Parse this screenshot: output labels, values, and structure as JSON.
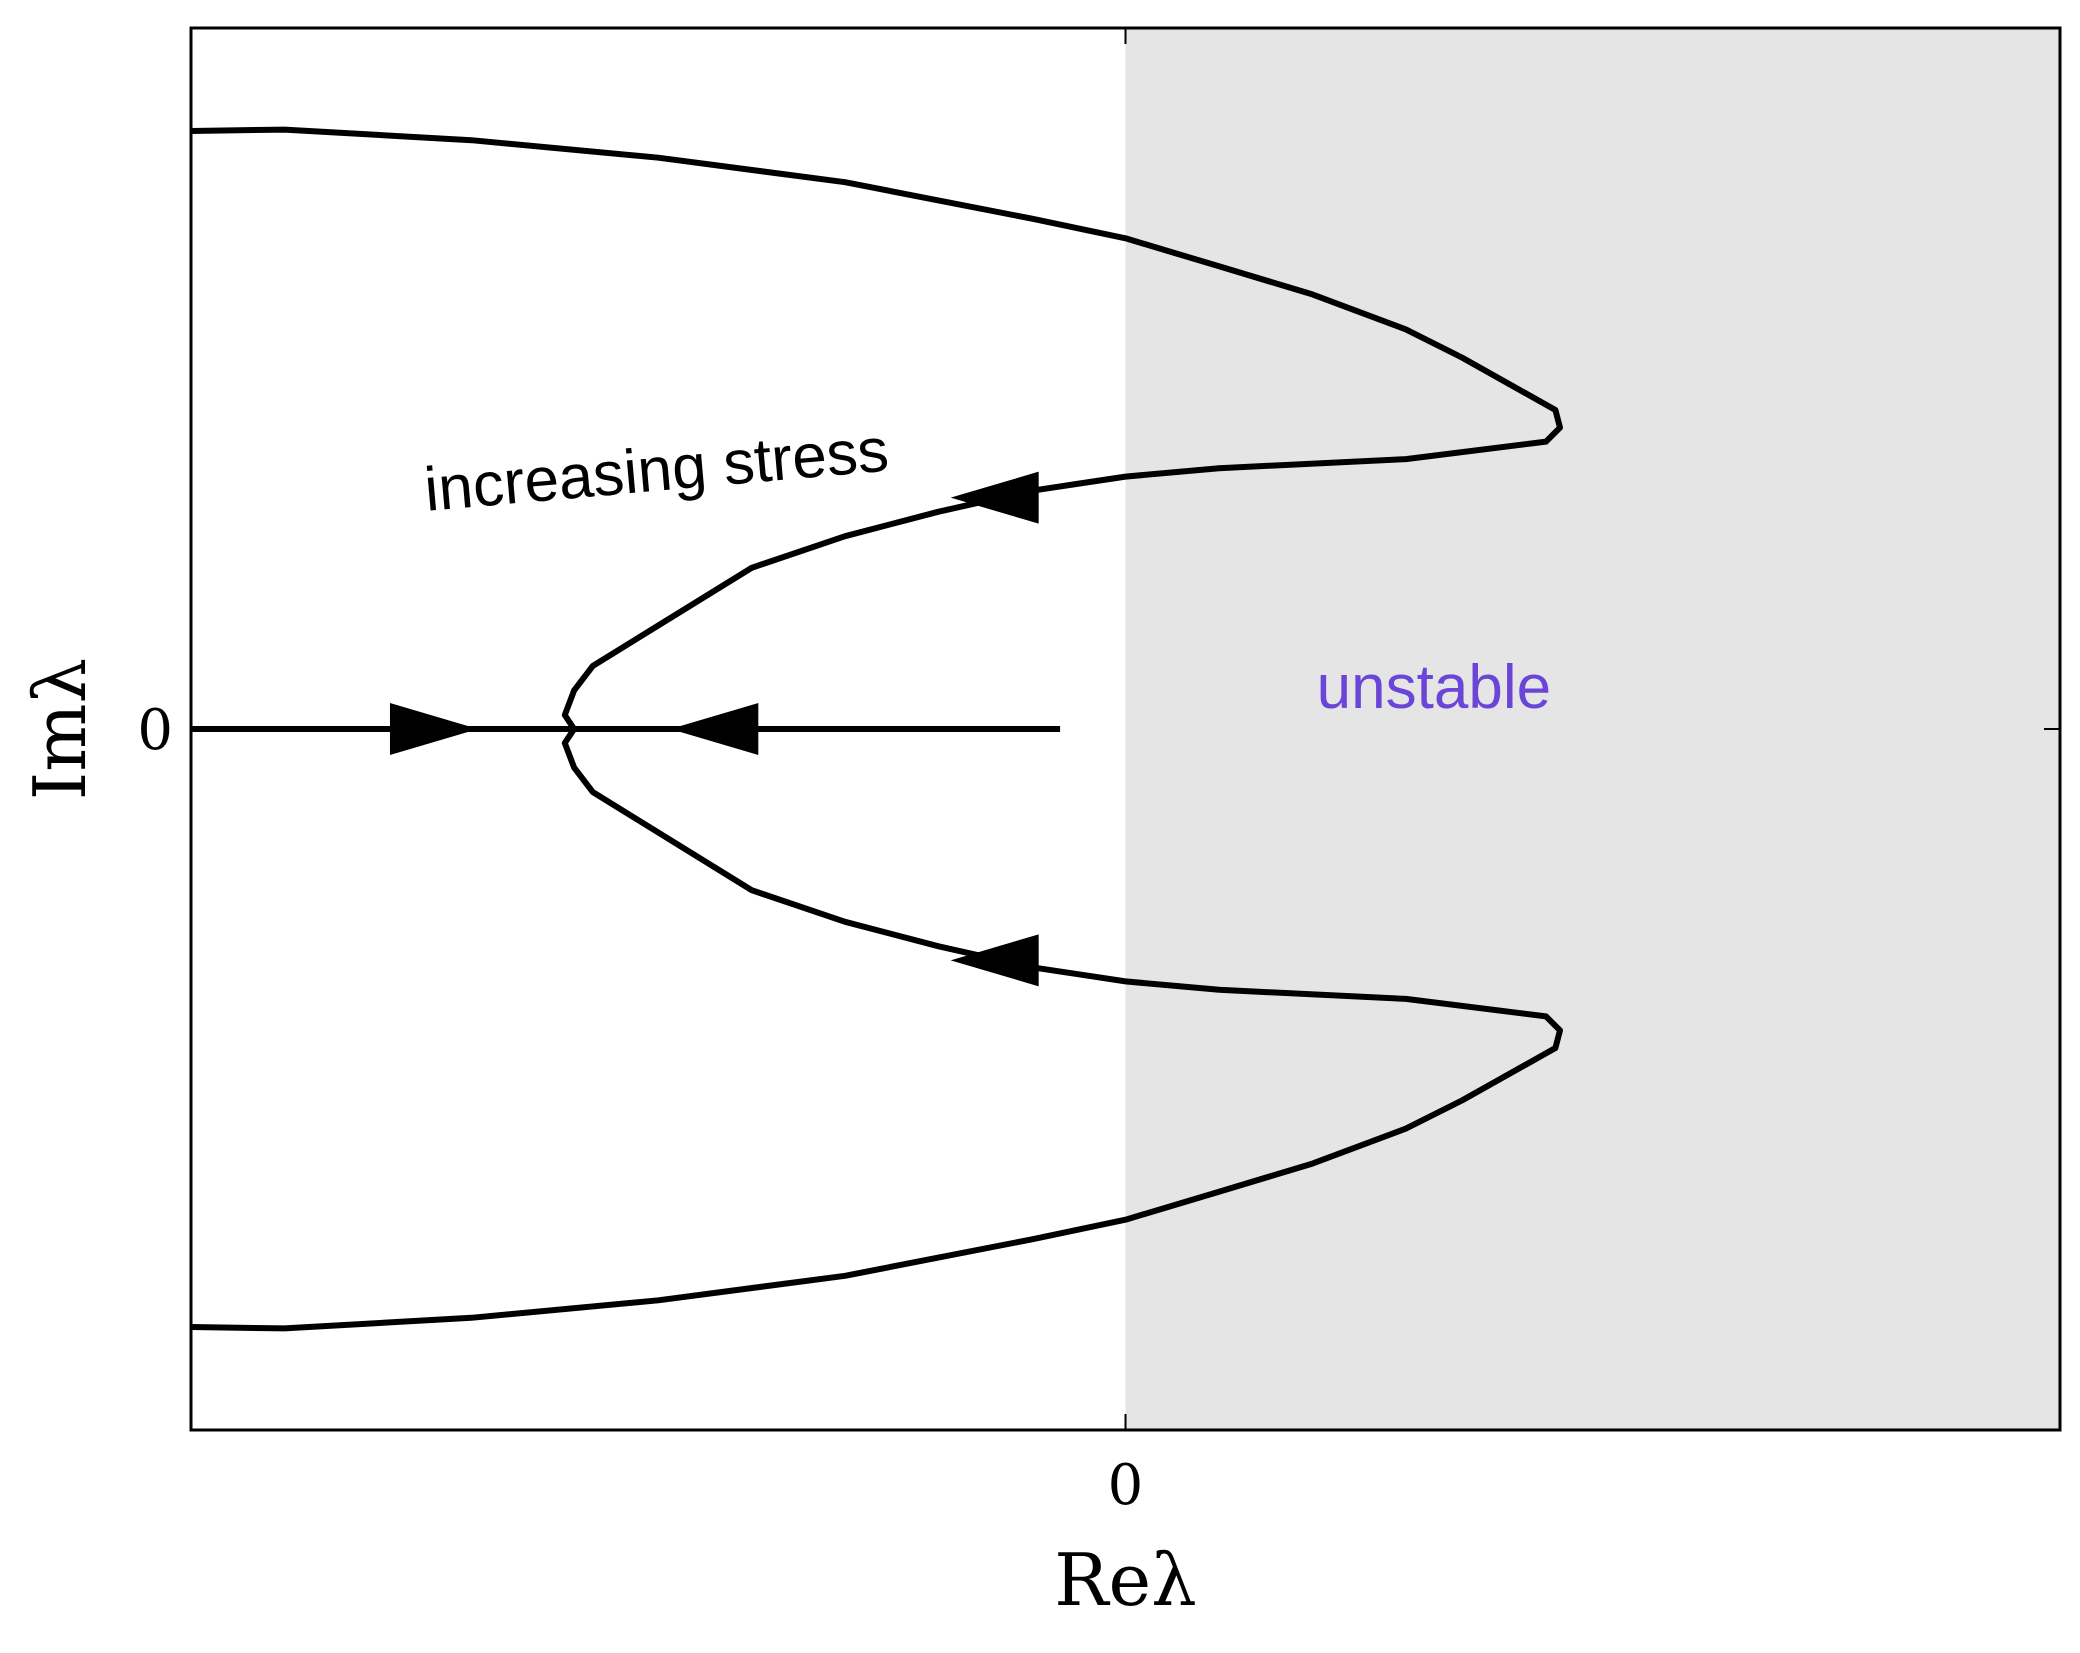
{
  "chart_data": {
    "type": "line",
    "title": "",
    "xlabel": "Reλ",
    "ylabel": "Imλ",
    "xlim": [
      -1.0,
      1.0
    ],
    "ylim": [
      -1.0,
      1.0
    ],
    "x_ticks": [
      {
        "value": 0,
        "label": "0"
      }
    ],
    "y_ticks": [
      {
        "value": 0,
        "label": "0"
      }
    ],
    "grid": false,
    "shaded_region": {
      "x_from": 0,
      "x_to": 1.0,
      "color": "#e5e5e5",
      "label": "unstable"
    },
    "series": [
      {
        "x": [
          -1.0,
          -0.9,
          -0.7,
          -0.5,
          -0.3,
          -0.1,
          0.0,
          0.1,
          0.2,
          0.3,
          0.36,
          0.46,
          0.465,
          0.45,
          0.3,
          0.1,
          0.0,
          -0.05,
          -0.1,
          -0.2,
          -0.3,
          -0.4,
          -0.57,
          -0.59,
          -0.6,
          -0.59
        ],
        "y": [
          0.853,
          0.855,
          0.84,
          0.815,
          0.78,
          0.728,
          0.7,
          0.66,
          0.62,
          0.57,
          0.53,
          0.455,
          0.43,
          0.41,
          0.385,
          0.372,
          0.36,
          0.35,
          0.34,
          0.31,
          0.275,
          0.23,
          0.09,
          0.055,
          0.02,
          0.0
        ]
      },
      {
        "x": [
          -1.0,
          -0.9,
          -0.7,
          -0.5,
          -0.3,
          -0.1,
          0.0,
          0.1,
          0.2,
          0.3,
          0.36,
          0.46,
          0.465,
          0.45,
          0.3,
          0.1,
          0.0,
          -0.05,
          -0.1,
          -0.2,
          -0.3,
          -0.4,
          -0.57,
          -0.59,
          -0.6,
          -0.59
        ],
        "y": [
          -0.853,
          -0.855,
          -0.84,
          -0.815,
          -0.78,
          -0.728,
          -0.7,
          -0.66,
          -0.62,
          -0.57,
          -0.53,
          -0.455,
          -0.43,
          -0.41,
          -0.385,
          -0.372,
          -0.36,
          -0.35,
          -0.34,
          -0.31,
          -0.275,
          -0.23,
          -0.09,
          -0.055,
          -0.02,
          0.0
        ]
      },
      {
        "x": [
          -1.0,
          -0.615,
          -0.6,
          -0.585,
          -0.07
        ],
        "y": [
          0.0,
          0.0,
          0.0,
          0.0,
          0.0
        ]
      }
    ],
    "arrows": [
      {
        "x": -0.74,
        "y": 0.0,
        "direction": "right"
      },
      {
        "x": -0.44,
        "y": 0.0,
        "direction": "left"
      },
      {
        "x": -0.14,
        "y": 0.33,
        "direction": "left"
      },
      {
        "x": -0.14,
        "y": -0.33,
        "direction": "left"
      }
    ],
    "annotations": [
      {
        "text": "increasing stress",
        "x": -0.5,
        "y": 0.34,
        "rotation": -5,
        "color": "#000000"
      },
      {
        "text": "unstable",
        "x": 0.33,
        "y": 0.03,
        "rotation": 0,
        "color": "#6b45d8"
      }
    ]
  }
}
